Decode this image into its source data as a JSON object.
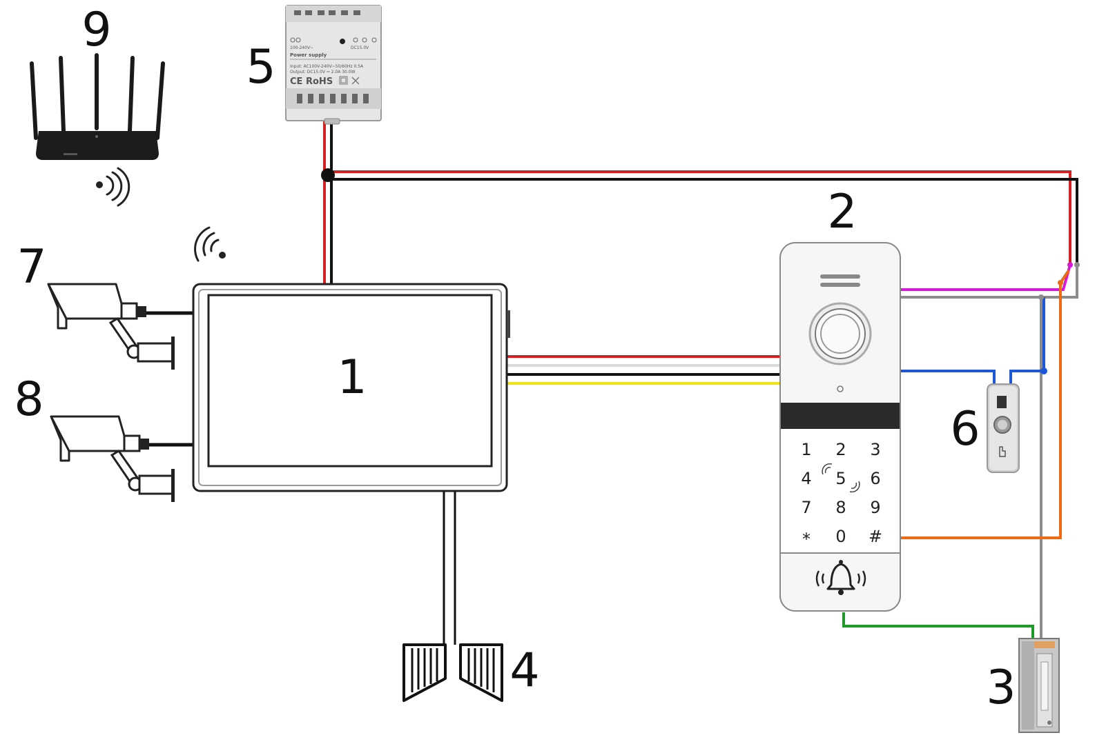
{
  "labels": {
    "monitor": "1",
    "door_station": "2",
    "electric_strike": "3",
    "gate": "4",
    "power_supply": "5",
    "exit_button": "6",
    "camera_1": "7",
    "camera_2": "8",
    "router": "9"
  },
  "power_supply": {
    "title": "Power supply",
    "input": "Input:   AC100V-240V~50/60Hz 0.5A",
    "output": "Output:  DC15.0V ⎓ 2.0A 30.0W",
    "ac_label": "100-240V~",
    "dc_label": "DC15.0V",
    "cert_marks": "CE RoHS"
  },
  "keypad": {
    "keys": [
      "1",
      "2",
      "3",
      "4",
      "5",
      "6",
      "7",
      "8",
      "9",
      "*",
      "0",
      "#"
    ]
  },
  "wire_colors": {
    "red": "#d42020",
    "black": "#111111",
    "white": "#e8e8e8",
    "yellow": "#f2e21c",
    "magenta": "#d41ad4",
    "gray": "#8c8c8c",
    "orange": "#f06a14",
    "blue": "#1e56d8",
    "green": "#1e9a2a"
  },
  "icons": {
    "router_signal": "wifi-waves-icon",
    "monitor_signal": "wifi-waves-icon",
    "keypad_rfid": "rfid-icon",
    "bell": "bell-icon"
  }
}
